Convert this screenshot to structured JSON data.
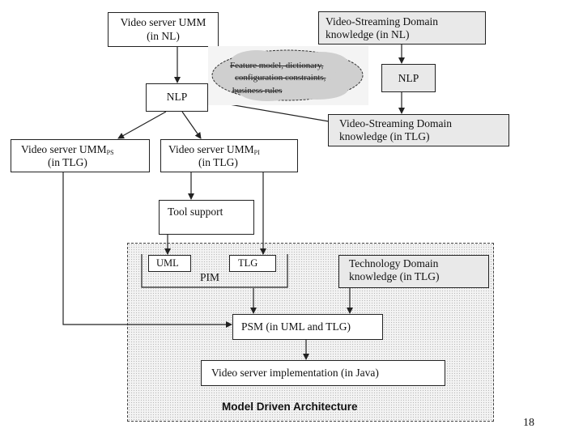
{
  "diagram": {
    "video_server_umm_nl": [
      "Video server UMM",
      "(in NL)"
    ],
    "vs_domain_nl": [
      "Video-Streaming Domain",
      "knowledge (in NL)"
    ],
    "cloud_lines": [
      "Feature model, dictionary,",
      "configuration constraints,",
      "business rules"
    ],
    "nlp_left": "NLP",
    "nlp_right": "NLP",
    "vs_domain_tlg": [
      "Video-Streaming Domain",
      "knowledge  (in TLG)"
    ],
    "umm_ps": {
      "prefix": "Video server UMM",
      "sub": "PS",
      "line2": "(in TLG)"
    },
    "umm_pi": {
      "prefix": "Video server UMM",
      "sub": "PI",
      "line2": "(in TLG)"
    },
    "tool_support": "Tool support",
    "uml": "UML",
    "tlg": "TLG",
    "pim": "PIM",
    "tech_domain": [
      "Technology Domain",
      "knowledge (in TLG)"
    ],
    "psm": "PSM (in UML and TLG)",
    "implementation": "Video server implementation (in Java)",
    "mda_label": "Model Driven Architecture",
    "page_number": "18"
  },
  "colors": {
    "line": "#222222",
    "shaded_box": "#e9e9e9",
    "cloud": "#cfcfcf"
  }
}
